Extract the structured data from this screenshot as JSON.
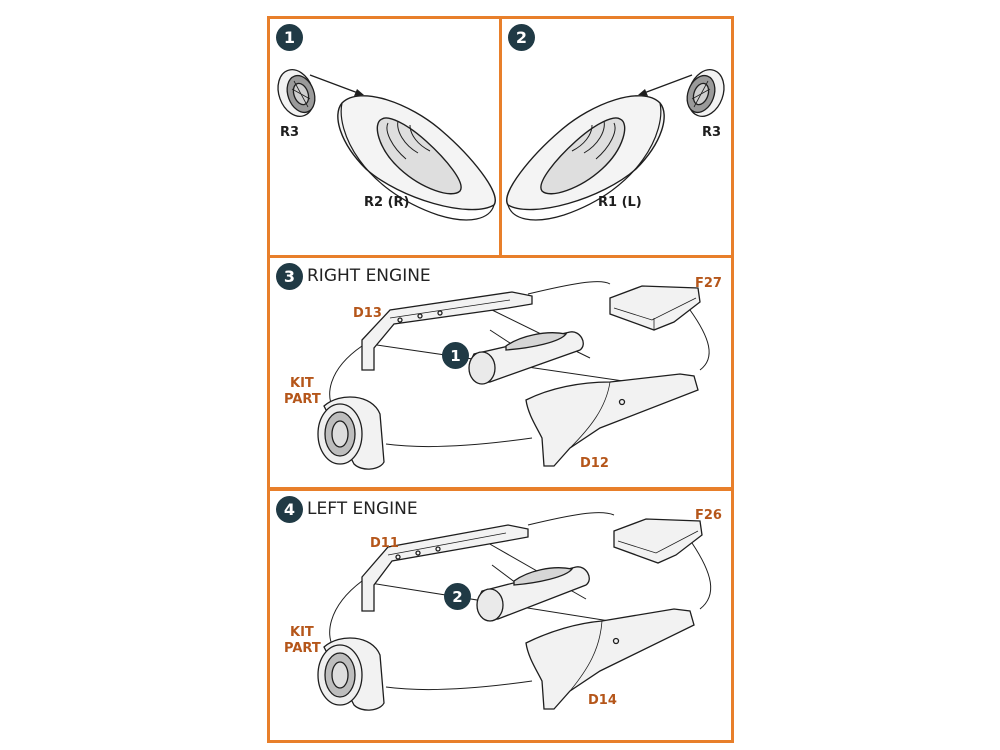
{
  "colors": {
    "frame": "#e87f2a",
    "badge": "#203a45",
    "part_label": "#b5561a",
    "line": "#1e1e1e"
  },
  "panels": [
    {
      "id": "step-1",
      "number": "1",
      "labels": {
        "insert": "R3",
        "housing": "R2 (R)"
      }
    },
    {
      "id": "step-2",
      "number": "2",
      "labels": {
        "insert": "R3",
        "housing": "R1 (L)"
      }
    },
    {
      "id": "step-3",
      "number": "3",
      "title": "RIGHT ENGINE",
      "labels": {
        "top_part": "D13",
        "flap": "F27",
        "kit_part_line1": "KIT",
        "kit_part_line2": "PART",
        "bottom_part": "D12",
        "substep": "1"
      }
    },
    {
      "id": "step-4",
      "number": "4",
      "title": "LEFT ENGINE",
      "labels": {
        "top_part": "D11",
        "flap": "F26",
        "kit_part_line1": "KIT",
        "kit_part_line2": "PART",
        "bottom_part": "D14",
        "substep": "2"
      }
    }
  ]
}
